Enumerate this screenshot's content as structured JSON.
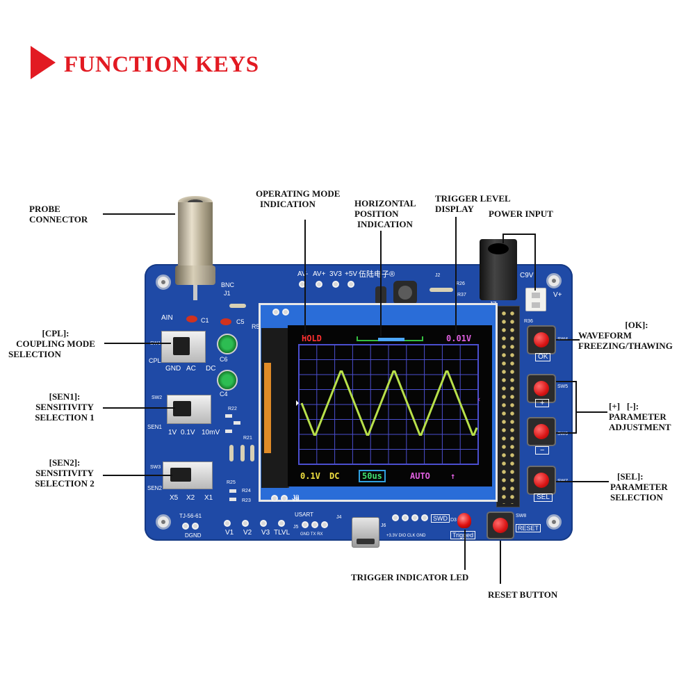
{
  "title": "FUNCTION KEYS",
  "labels": {
    "probe": [
      "PROBE",
      "CONNECTOR"
    ],
    "cpl": [
      "[CPL]:",
      "COUPLING MODE",
      "SELECTION"
    ],
    "sen1": [
      "[SEN1]:",
      "SENSITIVITY",
      "SELECTION 1"
    ],
    "sen2": [
      "[SEN2]:",
      "SENSITIVITY",
      "SELECTION 2"
    ],
    "operating_mode": [
      "OPERATING MODE",
      "INDICATION"
    ],
    "horizontal_position": [
      "HORIZONTAL",
      "POSITION",
      "INDICATION"
    ],
    "trigger_level": [
      "TRIGGER LEVEL",
      "DISPLAY"
    ],
    "power_input": "POWER INPUT",
    "ok": [
      "[OK]:",
      "WAVEFORM",
      "FREEZING/THAWING"
    ],
    "plus_minus": [
      "[+]   [-]:",
      "PARAMETER",
      "ADJUSTMENT"
    ],
    "sel": [
      "[SEL]:",
      "PARAMETER",
      "SELECTION"
    ],
    "trigger_led": "TRIGGER INDICATOR LED",
    "reset": "RESET BUTTON"
  },
  "screen": {
    "mode": "HOLD",
    "trigger_level": "0.01V",
    "sensitivity": "0.1V",
    "coupling": "DC",
    "timebase": "50us",
    "trigger_mode": "AUTO",
    "edge": "↑",
    "wave_color": "#b8e04a",
    "grid_color": "#4b4fd0"
  },
  "silk": {
    "bnc": "BNC",
    "j1": "J1",
    "ain": "AIN",
    "c1": "C1",
    "c5": "C5",
    "r5": "R5",
    "c6": "C6",
    "c4": "C4",
    "r22": "R22",
    "r21": "R21",
    "r23": "R23",
    "r24": "R24",
    "r25": "R25",
    "sw1": "SW1",
    "sw2": "SW2",
    "sw3": "SW3",
    "cpl": "CPL",
    "sen1": "SEN1",
    "sen2": "SEN2",
    "cpl_pos": [
      "GND",
      "AC",
      "DC"
    ],
    "sen1_pos": [
      "1V",
      "0.1V",
      "10mV"
    ],
    "sen2_pos": [
      "X5",
      "X2",
      "X1"
    ],
    "top_pins": [
      "AV-",
      "AV+",
      "3V3",
      "+5V"
    ],
    "brand": "伍陆电子®",
    "j2": "J2",
    "r26": "R26",
    "r37": "R37",
    "c9v": "C9V",
    "vplus": "V+",
    "j7": "J7",
    "j8": "J8",
    "j3": "J3",
    "r36": "R36",
    "sw4": "SW4",
    "sw5": "SW5",
    "sw6": "SW6",
    "sw7": "SW7",
    "sw8": "SW8",
    "ok_key": "OK",
    "plus_key": "+",
    "minus_key": "−",
    "sel_key": "SEL",
    "reset_key": "RESET",
    "tj": "TJ-56-61",
    "dgnd": "DGND",
    "testpoints": [
      "V1",
      "V2",
      "V3",
      "TLVL"
    ],
    "usart": "USART",
    "usart_pins": "GND TX RX",
    "j4": "J4",
    "j5": "J5",
    "j6": "J6",
    "swd": "SWD",
    "swd_pins": "+3.3V DIO CLK GND",
    "d3": "D3",
    "trigged": "Trigged"
  }
}
